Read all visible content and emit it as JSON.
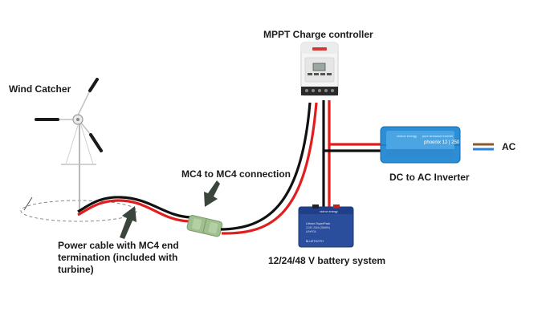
{
  "labels": {
    "mppt": "MPPT Charge controller",
    "wind": "Wind Catcher",
    "mc4": "MC4 to MC4 connection",
    "inverter": "DC to AC Inverter",
    "ac": "AC",
    "power_cable": "Power cable with MC4 end termination (included with turbine)",
    "battery": "12/24/48 V battery system"
  },
  "inverter_panel": {
    "brand": "victron energy",
    "top_text": "pure sinewave inverter",
    "model": "phoenix 12 | 250"
  },
  "battery_panel": {
    "brand": "victron energy",
    "line1": "Lithium SuperPack",
    "line2": "12.8V 20Ah (256Wh)",
    "line3": "LiFePO4",
    "footer": "BLUETOOTH"
  },
  "colors": {
    "cable_red": "#e11d1d",
    "cable_black": "#111111",
    "inverter_blue": "#2c8fd6",
    "battery_blue": "#2a4d9c",
    "connector_green": "#9fbf8f",
    "arrow": "#3a463c",
    "ac_brown": "#8a5a2b",
    "ac_blue": "#2f7fd8"
  }
}
